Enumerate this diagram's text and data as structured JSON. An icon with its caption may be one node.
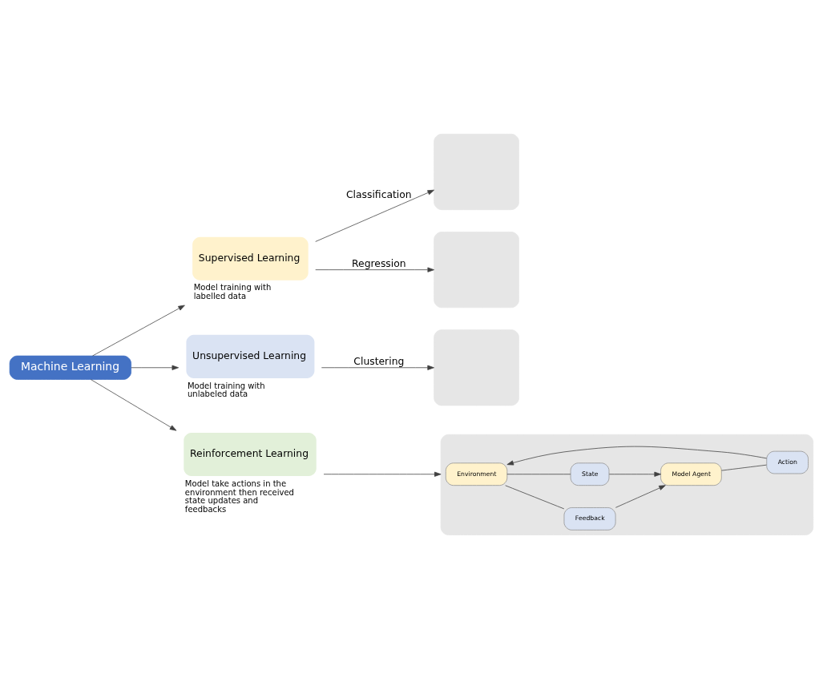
{
  "diagram": {
    "nodes": [
      {
        "text": [
          "Machine Learning"
        ]
      },
      {
        "text": [
          "Supervised Learning"
        ],
        "beside": [
          "Model training with labelled data"
        ]
      },
      {
        "text": [
          "Unsupervised Learning"
        ],
        "beside": [
          "Model training with unlabeled data"
        ]
      },
      {
        "text": [
          "Reinforcement Learning"
        ],
        "beside": [
          "Model take actions in the environment then received state updates and feedbacks"
        ]
      },
      {
        "text": [],
        "shape": "box"
      },
      {
        "text": [],
        "shape": "box"
      },
      {
        "text": [],
        "shape": "box"
      },
      {
        "text": [],
        "shape": "box"
      },
      {
        "text": [
          "Environment"
        ],
        "in": 7
      },
      {
        "text": [
          "Action"
        ],
        "in": 7
      },
      {
        "text": [
          "Feedback"
        ],
        "in": 7
      },
      {
        "text": [
          "State"
        ],
        "in": 7
      },
      {
        "text": [
          "Model Agent"
        ],
        "in": 7
      }
    ],
    "edges": [
      {
        "from": 0,
        "to": 1,
        "arrow": "to"
      },
      {
        "from": 0,
        "to": 2,
        "arrow": "to"
      },
      {
        "from": 0,
        "to": 3,
        "arrow": "to"
      },
      {
        "from": 1,
        "to": 4,
        "arrow": "to",
        "label": "Classification"
      },
      {
        "from": 1,
        "to": 5,
        "arrow": "to",
        "label": "Regression"
      },
      {
        "from": 2,
        "to": 6,
        "arrow": "to",
        "label": "Clustering"
      },
      {
        "from": 3,
        "to": 7,
        "arrow": "to"
      },
      {
        "from": 8,
        "to": 10,
        "arrow": "none"
      },
      {
        "from": 10,
        "to": 12,
        "arrow": "to"
      },
      {
        "from": 12,
        "to": 9,
        "arrow": "none"
      },
      {
        "from": 9,
        "to": 8,
        "arrow": "to"
      },
      {
        "from": 8,
        "to": 11,
        "arrow": "none"
      },
      {
        "from": 11,
        "to": 12,
        "arrow": "to"
      }
    ]
  }
}
